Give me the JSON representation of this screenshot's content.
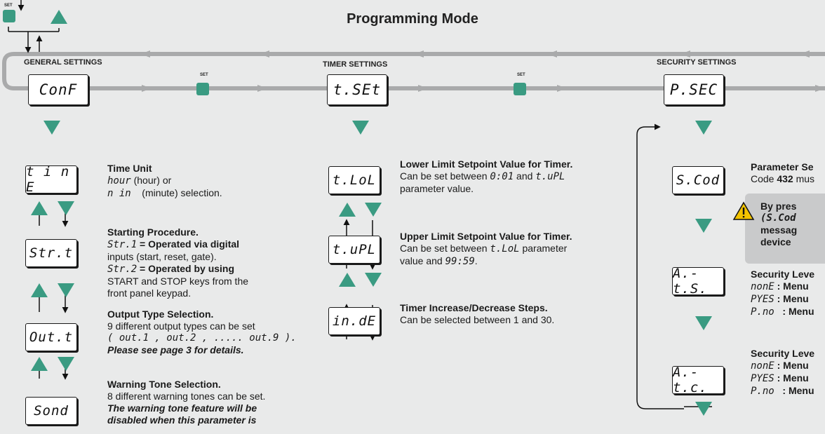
{
  "title": "Programming Mode",
  "colors": {
    "accent": "#3a9b82",
    "track": "#a9aaab",
    "background": "#e9eaea"
  },
  "set_label": "SET",
  "sections": {
    "general": {
      "label": "GENERAL SETTINGS",
      "display": "ConF"
    },
    "timer": {
      "label": "TIMER SETTINGS",
      "display": "t.SEt"
    },
    "security": {
      "label": "SECURITY SETTINGS",
      "display": "P.SEC"
    }
  },
  "general_params": [
    {
      "display": "t i n E",
      "heading": "Time Unit",
      "lines": [
        "hour",
        "(hour) or",
        "n in",
        "(minute) selection."
      ]
    },
    {
      "display": "Str.t",
      "heading": "Starting Procedure.",
      "lines": [
        "Str.1",
        "= Operated via digital",
        "inputs (start, reset, gate).",
        "Str.2",
        "= Operated by using",
        "START and STOP keys from the",
        "front panel keypad."
      ]
    },
    {
      "display": "Out.t",
      "heading": "Output Type Selection.",
      "lines": [
        "9 different output types can be set",
        "( out.1 , out.2 , ..... out.9 ).",
        "Please see page 3 for details."
      ]
    },
    {
      "display": "Sond",
      "heading": "Warning Tone Selection.",
      "lines": [
        "8 different warning tones can be set.",
        "The warning tone feature will be",
        "disabled when this parameter is"
      ]
    }
  ],
  "timer_params": [
    {
      "display": "t.LoL",
      "heading": "Lower Limit Setpoint Value for Timer.",
      "lines": [
        "Can be set between",
        "0:01",
        "and",
        "t.uPL",
        "parameter value."
      ]
    },
    {
      "display": "t.uPL",
      "heading": "Upper Limit Setpoint Value for Timer.",
      "lines": [
        "Can be set between",
        "t.LoL",
        "parameter",
        "value and",
        "99:59",
        "."
      ]
    },
    {
      "display": "in.dE",
      "heading": "Timer Increase/Decrease Steps.",
      "lines": [
        "Can be selected between 1 and 30."
      ]
    }
  ],
  "security_params": [
    {
      "display": "S.Cod",
      "heading": "Parameter Se",
      "lines": [
        "Code",
        "432",
        "mus"
      ]
    },
    {
      "display": "A.-t.S.",
      "heading": "Security Leve",
      "lines": [
        "nonE",
        ": Menu",
        "PYES",
        ": Menu",
        "P.no",
        ": Menu"
      ]
    },
    {
      "display": "A.-t.c.",
      "heading": "Security Leve",
      "lines": [
        "nonE",
        ": Menu",
        "PYES",
        ": Menu",
        "P.no",
        ": Menu"
      ]
    }
  ],
  "warning": {
    "lines": [
      "By pres",
      "(S.Cod",
      "messag",
      "device"
    ]
  }
}
